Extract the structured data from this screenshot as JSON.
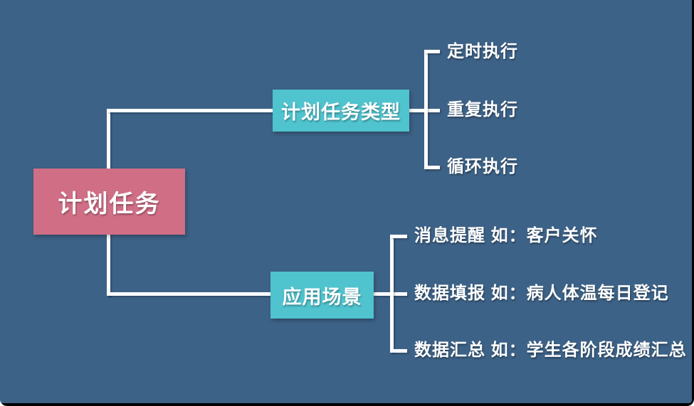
{
  "mindmap": {
    "root": {
      "label": "计划任务"
    },
    "branches": [
      {
        "label": "计划任务类型",
        "children": [
          "定时执行",
          "重复执行",
          "循环执行"
        ]
      },
      {
        "label": "应用场景",
        "children": [
          "消息提醒 如：客户关怀",
          "数据填报 如：病人体温每日登记",
          "数据汇总 如：学生各阶段成绩汇总"
        ]
      }
    ],
    "colors": {
      "background": "#3D6287",
      "root_node": "#D06E86",
      "branch_node": "#4FC3CE",
      "connector": "#FFFFFF",
      "text": "#FFFFFF"
    }
  }
}
